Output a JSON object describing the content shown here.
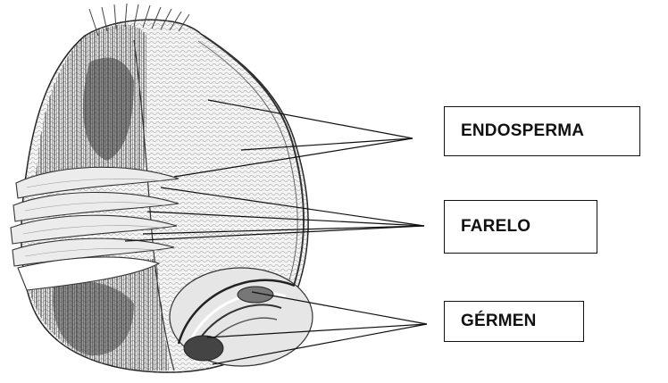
{
  "labels": {
    "endosperma": "ENDOSPERMA",
    "farelo": "FARELO",
    "germen": "GÉRMEN"
  },
  "colors": {
    "ink": "#111111",
    "shade": "#6f6f6f",
    "paper": "#ffffff"
  }
}
